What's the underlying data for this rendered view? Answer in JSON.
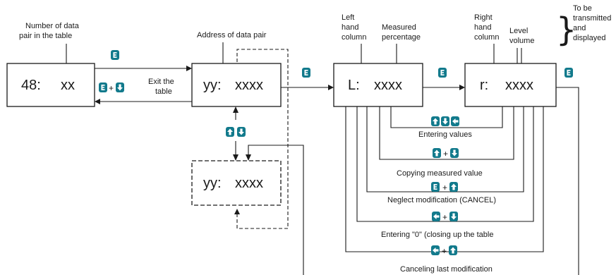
{
  "boxes": {
    "table_count": {
      "prefix": "48:",
      "value": "xx"
    },
    "address": {
      "prefix": "yy:",
      "value": "xxxx"
    },
    "address_edit": {
      "prefix": "yy:",
      "value": "xxxx"
    },
    "left": {
      "prefix": "L:",
      "value": "xxxx"
    },
    "right": {
      "prefix": "r:",
      "value": "xxxx"
    }
  },
  "labels": {
    "number_of_pairs": [
      "Number of data",
      "pair  in the table"
    ],
    "address_of_pair": "Address of data pair",
    "exit_table": [
      "Exit the",
      "table"
    ],
    "left_hand_column": [
      "Left",
      "hand",
      "column"
    ],
    "measured_percentage": [
      "Measured",
      "percentage"
    ],
    "right_hand_column": [
      "Right",
      "hand",
      "column"
    ],
    "level_volume": [
      "Level",
      "volume"
    ],
    "to_be_transmitted": [
      "To be",
      "transmitted",
      "and",
      "displayed"
    ],
    "brace": "}"
  },
  "actions": [
    {
      "label": "Entering values"
    },
    {
      "label": "Copying measured value"
    },
    {
      "label": "Neglect modification (CANCEL)"
    },
    {
      "label": "Entering \"0\" (closing up the table"
    },
    {
      "label": "Canceling last modification"
    }
  ],
  "key_glyphs": {
    "enter": "E",
    "up": "▲",
    "down": "▼",
    "left": "◀",
    "plus": "+"
  },
  "colors": {
    "key": "#127a8c",
    "line": "#1a1a1a",
    "background": "#ffffff"
  },
  "icons": [
    "enter-key-icon",
    "up-key-icon",
    "down-key-icon",
    "left-key-icon"
  ]
}
